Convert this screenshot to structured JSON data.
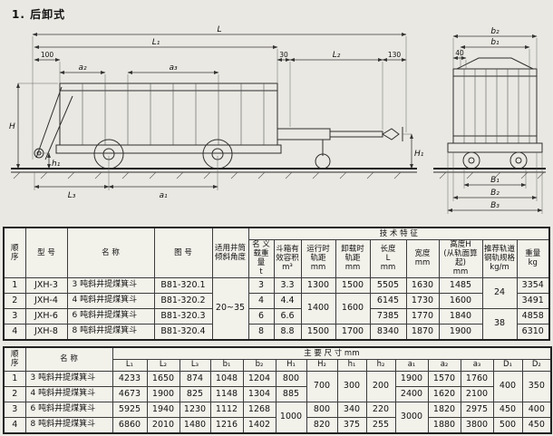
{
  "page": {
    "heading": "1. 后卸式"
  },
  "drawing": {
    "labels": {
      "L": "L",
      "L1": "L₁",
      "L2": "L₂",
      "L3": "L₃",
      "n30": "30",
      "n130": "130",
      "n100": "100",
      "n40": "40",
      "a1": "a₁",
      "a2": "a₂",
      "a3": "a₃",
      "H": "H",
      "H1": "H₁",
      "h1": "h₁",
      "b1": "b₁",
      "b2": "b₂",
      "B1": "B₁",
      "B2": "B₂",
      "B3": "B₃"
    }
  },
  "t1": {
    "h": {
      "seq": "顺\n序",
      "model": "型 号",
      "name": "名  称",
      "fig": "图  号",
      "angle": "适用井筒\n倾斜角度",
      "tech": "技  术  特  征",
      "load": "名 义\n载重量\nt",
      "vol": "斗箱有\n效容积\nm³",
      "gr": "运行时\n轨距\nmm",
      "gu": "卸载时\n轨距\nmm",
      "len": "长度\nL\nmm",
      "wid": "宽度\nmm",
      "hei": "高度H\n(从轨面算起)\nmm",
      "rail": "推荐轨道\n钢轨规格\nkg/m",
      "wt": "重量\nkg"
    },
    "angle": "20~35",
    "rail_a": "24",
    "rail_b": "38",
    "g23_run": "1400",
    "g23_unl": "1600",
    "rows": [
      {
        "seq": "1",
        "model": "JXH-3",
        "name": "3 吨斜井提煤箕斗",
        "fig": "B81-320.1",
        "load": "3",
        "vol": "3.3",
        "gr": "1300",
        "gu": "1500",
        "len": "5505",
        "wid": "1630",
        "hei": "1485",
        "wt": "3354"
      },
      {
        "seq": "2",
        "model": "JXH-4",
        "name": "4 吨斜井提煤箕斗",
        "fig": "B81-320.2",
        "load": "4",
        "vol": "4.4",
        "len": "6145",
        "wid": "1730",
        "hei": "1600",
        "wt": "3491"
      },
      {
        "seq": "3",
        "model": "JXH-6",
        "name": "6 吨斜井提煤箕斗",
        "fig": "B81-320.3",
        "load": "6",
        "vol": "6.6",
        "len": "7385",
        "wid": "1770",
        "hei": "1840",
        "wt": "4858"
      },
      {
        "seq": "4",
        "model": "JXH-8",
        "name": "8 吨斜井提煤箕斗",
        "fig": "B81-320.4",
        "load": "8",
        "vol": "8.8",
        "gr": "1500",
        "gu": "1700",
        "len": "8340",
        "wid": "1870",
        "hei": "1900",
        "wt": "6310"
      }
    ]
  },
  "t2": {
    "h": {
      "seq": "顺\n序",
      "name": "名  称",
      "main": "主  要  尺  寸  mm",
      "cols": [
        "L₁",
        "L₂",
        "L₃",
        "b₁",
        "b₂",
        "H₁",
        "H₂",
        "h₁",
        "h₂",
        "a₁",
        "a₂",
        "a₃",
        "D₁",
        "D₂"
      ]
    },
    "m12": {
      "H2": "700",
      "h1": "300",
      "h2": "200",
      "D1": "400",
      "D2": "350"
    },
    "m34": {
      "H1": "1000",
      "a1": "3000"
    },
    "rows": [
      {
        "seq": "1",
        "name": "3 吨斜井提煤箕斗",
        "L1": "4233",
        "L2": "1650",
        "L3": "874",
        "b1": "1048",
        "b2": "1204",
        "H1": "800",
        "a1": "1900",
        "a2": "1570",
        "a3": "1760"
      },
      {
        "seq": "2",
        "name": "4 吨斜井提煤箕斗",
        "L1": "4673",
        "L2": "1900",
        "L3": "825",
        "b1": "1148",
        "b2": "1304",
        "H1": "885",
        "a1": "2400",
        "a2": "1620",
        "a3": "2100"
      },
      {
        "seq": "3",
        "name": "6 吨斜井提煤箕斗",
        "L1": "5925",
        "L2": "1940",
        "L3": "1230",
        "b1": "1112",
        "b2": "1268",
        "H2": "800",
        "h1": "340",
        "h2": "220",
        "a2": "1820",
        "a3": "2975",
        "D1": "450",
        "D2": "400"
      },
      {
        "seq": "4",
        "name": "8 吨斜井提煤箕斗",
        "L1": "6860",
        "L2": "2010",
        "L3": "1480",
        "b1": "1216",
        "b2": "1402",
        "H2": "820",
        "h1": "375",
        "h2": "255",
        "a2": "1880",
        "a3": "3800",
        "D1": "500",
        "D2": "450"
      }
    ]
  }
}
